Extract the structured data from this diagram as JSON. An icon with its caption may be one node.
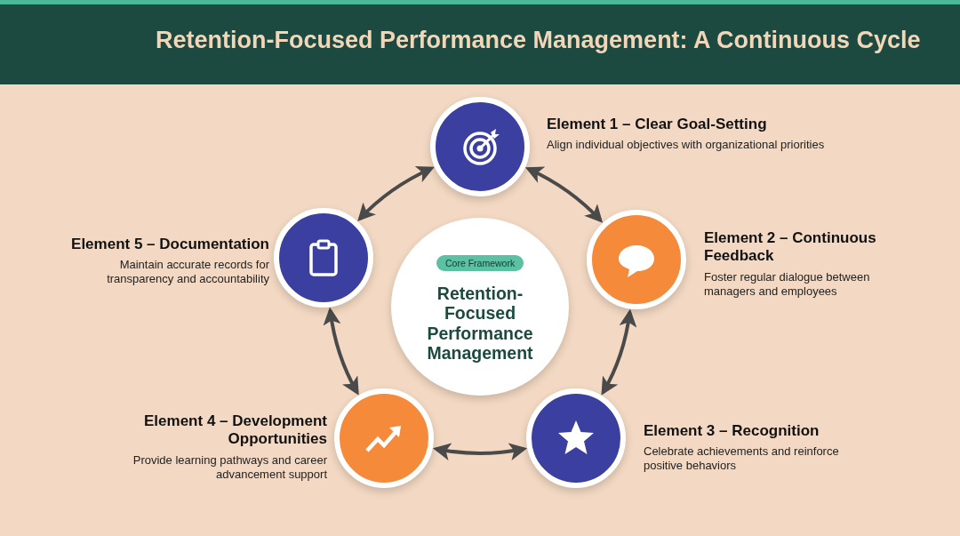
{
  "diagram": {
    "title": "Retention-Focused Performance Management: A Continuous Cycle",
    "nodes": [
      {
        "text": [
          "Element 1 – Clear Goal-Setting",
          "Align individual objectives with organizational priorities"
        ]
      },
      {
        "text": [
          "Element 2 – Continuous Feedback",
          "Foster regular dialogue between managers and employees"
        ]
      },
      {
        "text": [
          "Element 3 – Recognition",
          "Celebrate achievements and reinforce positive behaviors"
        ]
      },
      {
        "text": [
          "Element 4 – Development Opportunities",
          "Provide learning pathways and career advancement support"
        ]
      },
      {
        "text": [
          "Element 5 – Documentation",
          "Maintain accurate records for transparency and accountability"
        ]
      },
      {
        "text": [
          "Core Framework",
          "Retention-Focused Performance Management"
        ]
      }
    ],
    "edges": [
      {
        "from": 0,
        "to": 1,
        "arrow": "both"
      },
      {
        "from": 1,
        "to": 2,
        "arrow": "both"
      },
      {
        "from": 2,
        "to": 3,
        "arrow": "both"
      },
      {
        "from": 3,
        "to": 4,
        "arrow": "both"
      },
      {
        "from": 4,
        "to": 0,
        "arrow": "both"
      }
    ]
  }
}
